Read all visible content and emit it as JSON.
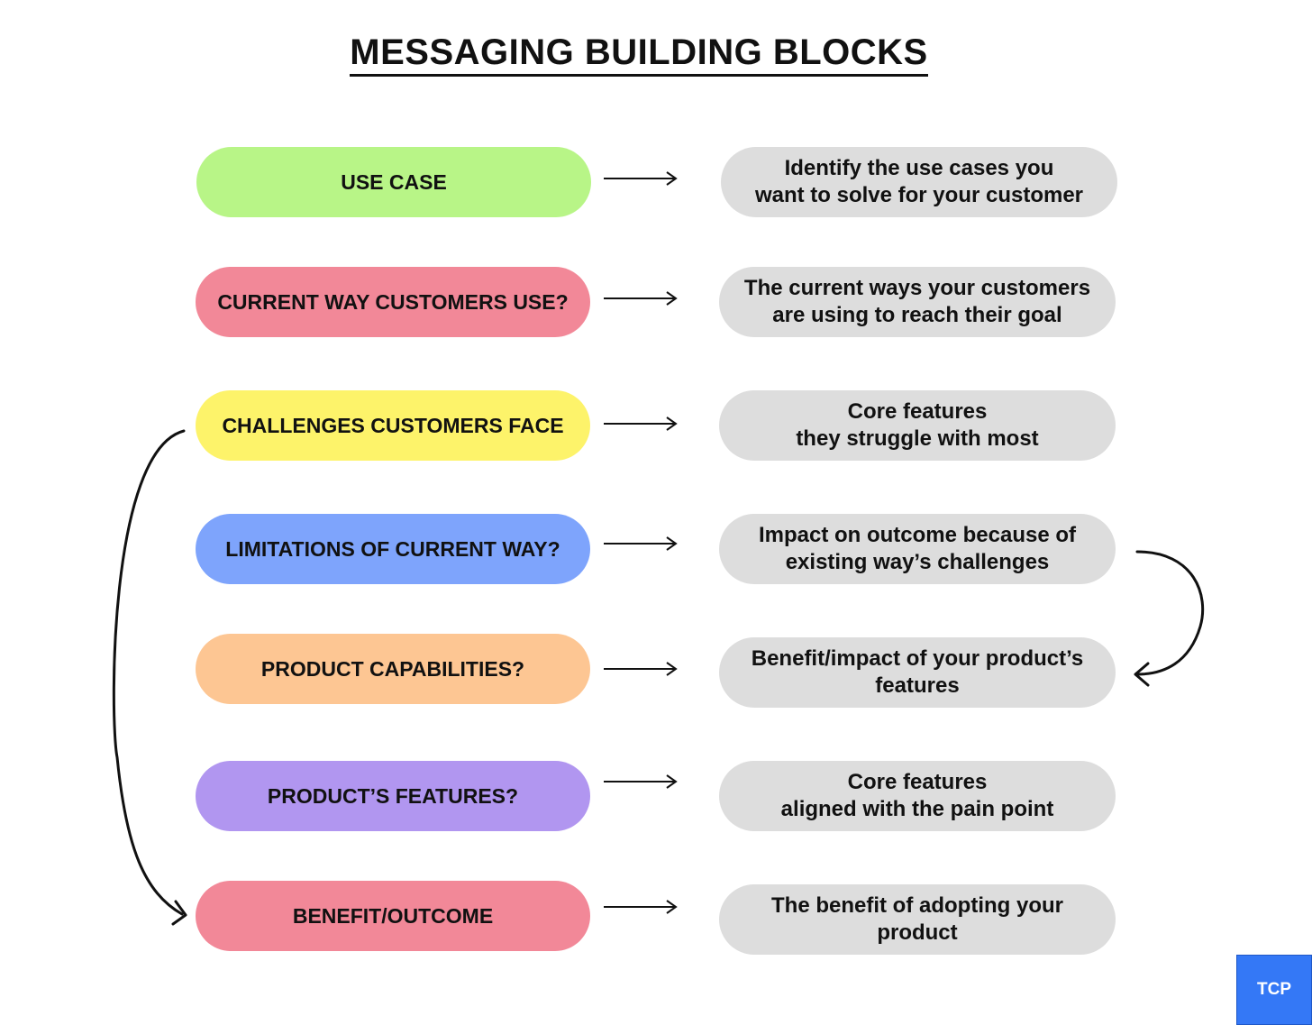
{
  "title": "MESSAGING BUILDING BLOCKS",
  "rows": [
    {
      "label": "USE CASE",
      "color": "#b8f587",
      "description": "Identify the use cases you\nwant to solve for your customer"
    },
    {
      "label": "CURRENT WAY CUSTOMERS USE?",
      "color": "#f28898",
      "description": "The current ways your customers\nare using to reach their goal"
    },
    {
      "label": "CHALLENGES CUSTOMERS FACE",
      "color": "#fdf36a",
      "description": "Core features\nthey struggle with most"
    },
    {
      "label": "LIMITATIONS OF CURRENT WAY?",
      "color": "#7ea4fc",
      "description": "Impact on outcome because of\nexisting way’s challenges"
    },
    {
      "label": "PRODUCT CAPABILITIES?",
      "color": "#fdc693",
      "description": "Benefit/impact of your product’s\nfeatures"
    },
    {
      "label": "PRODUCT’S FEATURES?",
      "color": "#b196f0",
      "description": "Core features\naligned with the pain point"
    },
    {
      "label": "BENEFIT/OUTCOME",
      "color": "#f28898",
      "description": "The benefit of adopting your\nproduct"
    }
  ],
  "badge": "TCP"
}
